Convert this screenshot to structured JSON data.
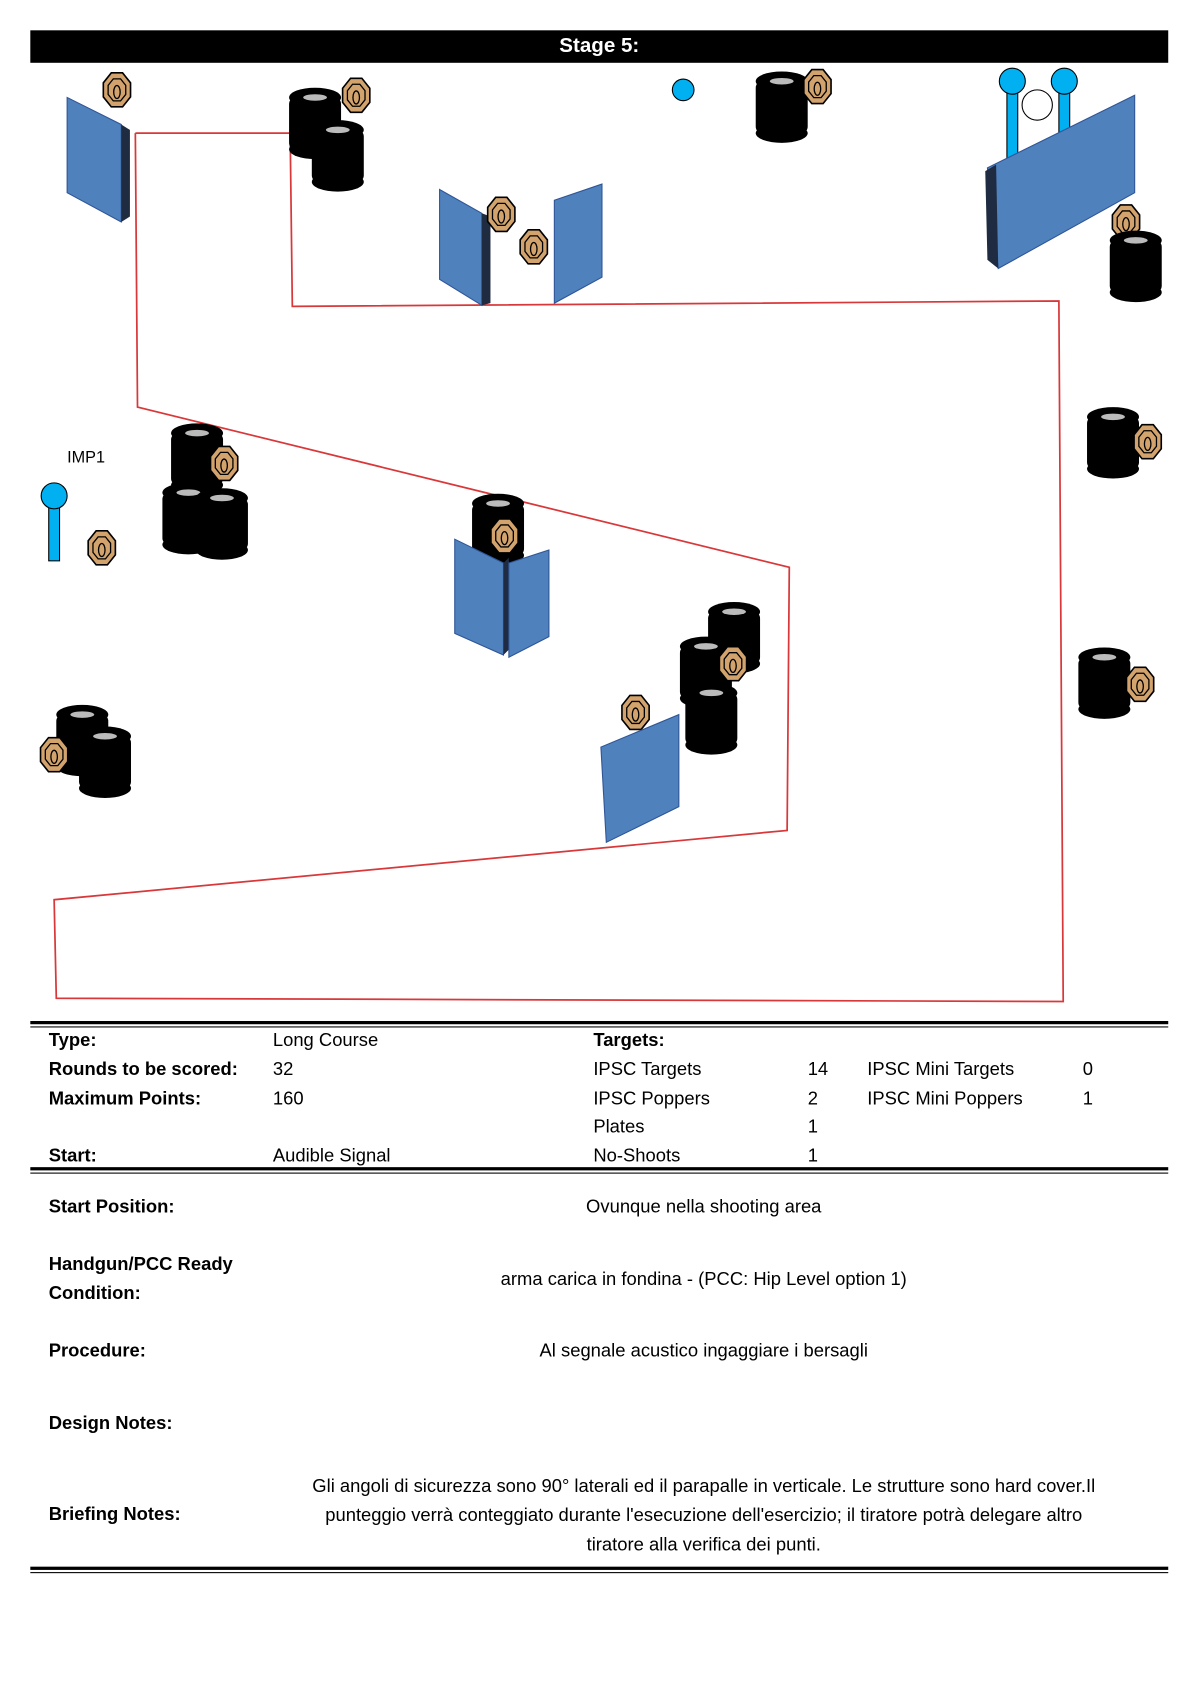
{
  "title": "Stage 5:",
  "diagram": {
    "label_imp1": "IMP1",
    "colors": {
      "wall": "#4f81bd",
      "target": "#d2a36c",
      "popper": "#00b0f0",
      "barrel": "#000000",
      "fault_line": "#d9383a"
    }
  },
  "summary": {
    "type_label": "Type:",
    "type_value": "Long Course",
    "rounds_label": "Rounds to be scored:",
    "rounds_value": "32",
    "max_points_label": "Maximum Points:",
    "max_points_value": "160",
    "start_label": "Start:",
    "start_value": "Audible Signal",
    "targets_label": "Targets:",
    "targets": [
      {
        "name": "IPSC Targets",
        "count": "14"
      },
      {
        "name": "IPSC Poppers",
        "count": "2"
      },
      {
        "name": "Plates",
        "count": "1"
      },
      {
        "name": "No-Shoots",
        "count": "1"
      }
    ],
    "mini_targets": [
      {
        "name": "IPSC Mini Targets",
        "count": "0"
      },
      {
        "name": "IPSC Mini Poppers",
        "count": "1"
      }
    ]
  },
  "details": {
    "start_position_label": "Start Position:",
    "start_position_value": "Ovunque nella shooting area",
    "ready_label_1": "Handgun/PCC Ready",
    "ready_label_2": "Condition:",
    "ready_value": "arma carica in fondina - (PCC: Hip Level option 1)",
    "procedure_label": "Procedure:",
    "procedure_value": "Al segnale acustico ingaggiare i bersagli",
    "design_notes_label": "Design Notes:",
    "briefing_label": "Briefing Notes:",
    "briefing_line_1": "Gli angoli di sicurezza sono 90° laterali ed il parapalle in verticale. Le strutture sono hard cover.Il",
    "briefing_line_2": "punteggio verrà conteggiato durante l'esecuzione dell'esercizio; il tiratore potrà delegare altro",
    "briefing_line_3": "tiratore alla verifica  dei punti."
  }
}
